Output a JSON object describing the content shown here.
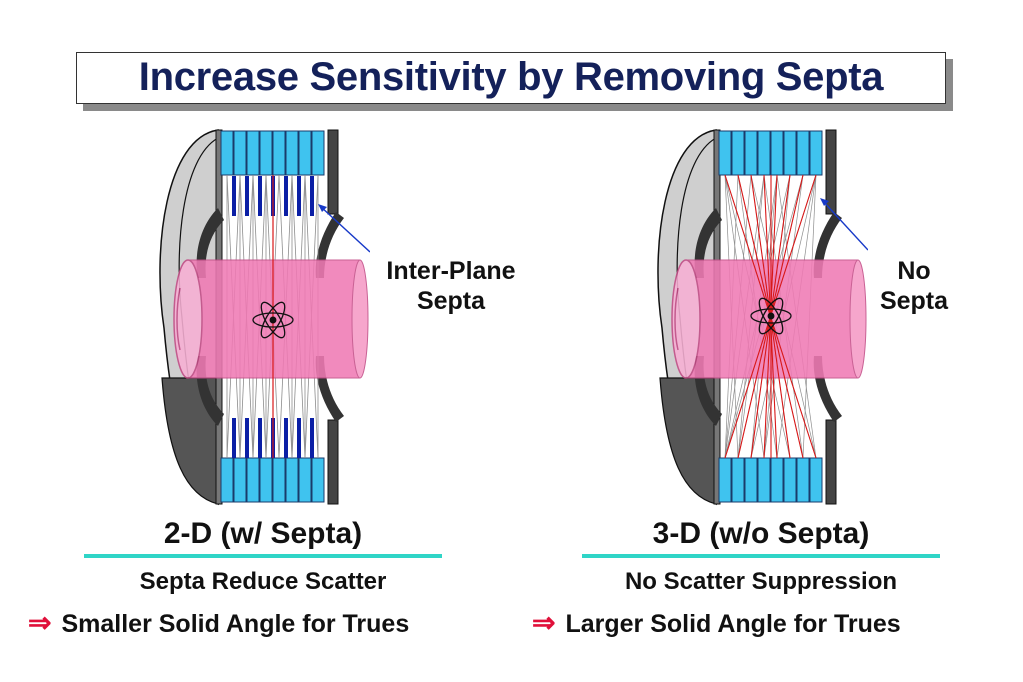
{
  "title": "Increase Sensitivity by Removing Septa",
  "colors": {
    "title": "#14215a",
    "crystal": "#3fc3ef",
    "septa": "#0b1fa5",
    "patient": "#f07ab4",
    "accent_line": "#2fd5c7",
    "implies_arrow": "#e0103a",
    "true_ray": "#d81818"
  },
  "left": {
    "callout": "Inter-Plane Septa",
    "mode": "2-D (w/ Septa)",
    "line1": "Septa Reduce Scatter",
    "arrow": "⇒",
    "line2": "Smaller Solid Angle for Trues"
  },
  "right": {
    "callout": "No Septa",
    "mode": "3-D (w/o Septa)",
    "line1": "No Scatter Suppression",
    "arrow": "⇒",
    "line2": "Larger Solid Angle for Trues"
  }
}
